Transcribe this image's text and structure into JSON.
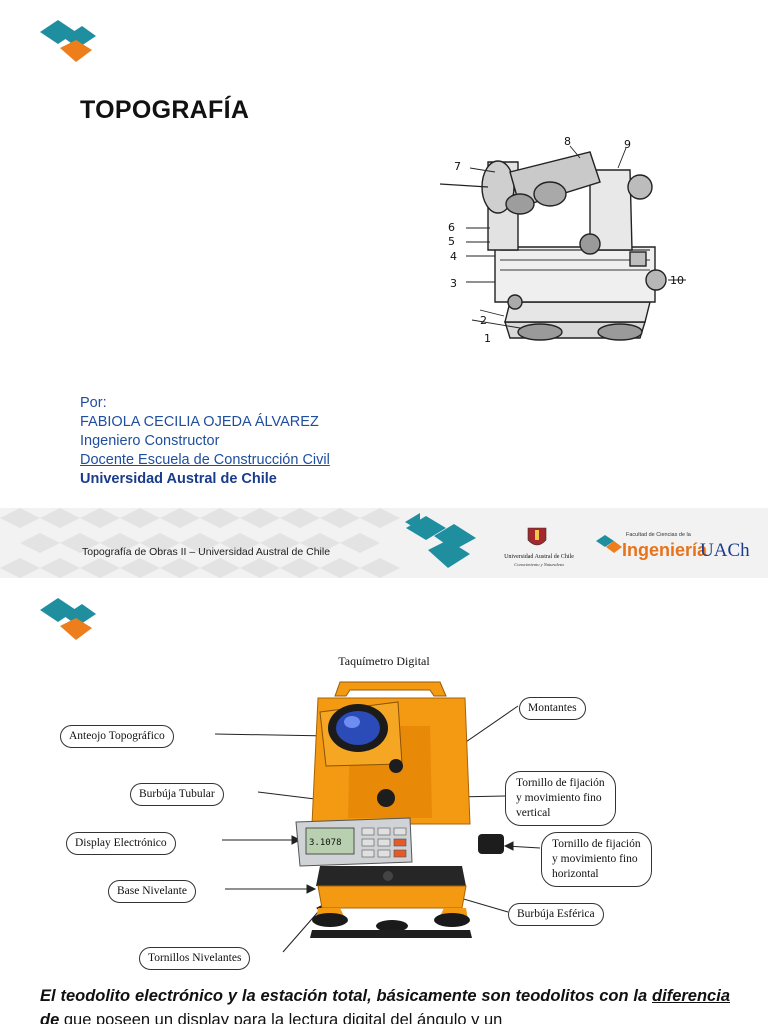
{
  "slide1": {
    "title": "TOPOGRAFÍA",
    "figure_labels": [
      "1",
      "2",
      "3",
      "4",
      "5",
      "6",
      "7",
      "8",
      "9",
      "10"
    ],
    "author": {
      "by": "Por:",
      "name": "FABIOLA CECILIA OJEDA ÁLVAREZ",
      "role": "Ingeniero Constructor",
      "position": "Docente Escuela de Construcción Civil",
      "university": "Universidad Austral de Chile"
    },
    "footer": {
      "text": "Topografía de Obras II – Universidad Austral de Chile",
      "crest_line1": "Universidad Austral de Chile",
      "crest_line2": "Conocimiento y Naturaleza",
      "faculty_small": "Facultad de Ciencias de la",
      "faculty_big": "Ingeniería",
      "faculty_uach": "UACh"
    }
  },
  "slide2": {
    "figure_title": "Taquímetro Digital",
    "labels": {
      "anteojo": "Anteojo Topográfico",
      "burbuja_tubular": "Burbúja Tubular",
      "display": "Display Electrónico",
      "base": "Base Nivelante",
      "tornillos": "Tornillos Nivelantes",
      "montantes": "Montantes",
      "fijacion_v1": "Tornillo de fijación",
      "fijacion_v2": "y movimiento fino",
      "fijacion_v3": "vertical",
      "fijacion_h1": "Tornillo de fijación",
      "fijacion_h2": "y movimiento fino",
      "fijacion_h3": "horizontal",
      "esferica": "Burbúja Esférica"
    },
    "display_reading": "3.1078",
    "caption_bold": "El teodolito electrónico y la estación total, básicamente son teodolitos con la",
    "caption_underlined": "diferencia de",
    "caption_rest": " que poseen un display para la lectura digital del ángulo y un"
  },
  "colors": {
    "brand_teal": "#1f8fa0",
    "brand_orange": "#ee7d1b",
    "text_blue": "#1f4e9e",
    "instrument_orange": "#f39a12"
  }
}
